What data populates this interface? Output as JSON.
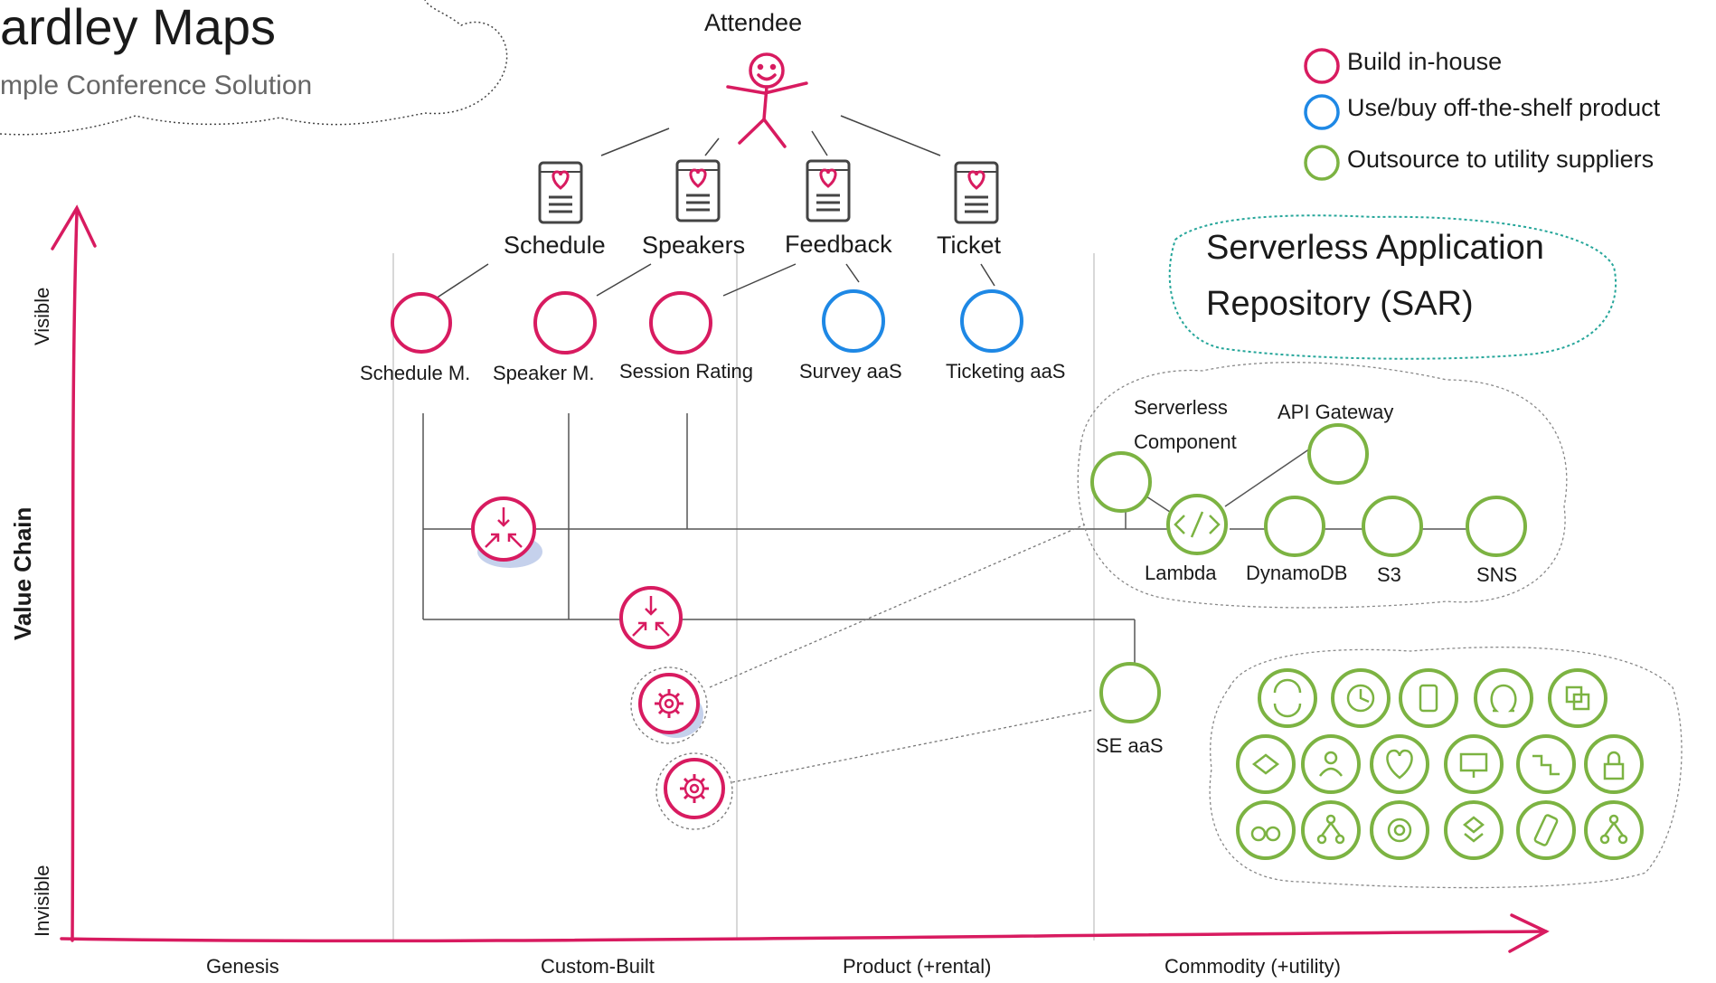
{
  "title": "ardley Maps",
  "subtitle": "mple Conference Solution",
  "user": "Attendee",
  "needs": [
    "Schedule",
    "Speakers",
    "Feedback",
    "Ticket"
  ],
  "components": {
    "schedule_m": "Schedule M.",
    "speaker_m": "Speaker M.",
    "session_rating": "Session Rating",
    "survey_aas": "Survey aaS",
    "ticketing_aas": "Ticketing aaS",
    "serverless_component": "Serverless",
    "serverless_component_2": "Component",
    "api_gateway": "API Gateway",
    "lambda": "Lambda",
    "dynamodb": "DynamoDB",
    "s3": "S3",
    "sns": "SNS",
    "se_aas": "SE aaS"
  },
  "legend": [
    {
      "label": "Build in-house",
      "color": "#d81b60"
    },
    {
      "label": "Use/buy off-the-shelf product",
      "color": "#1e88e5"
    },
    {
      "label": "Outsource to utility suppliers",
      "color": "#7cb342"
    }
  ],
  "sar_label_line1": "Serverless Application",
  "sar_label_line2": "Repository (SAR)",
  "axis": {
    "y_label": "Value Chain",
    "y_top": "Visible",
    "y_bottom": "Invisible",
    "stages": [
      "Genesis",
      "Custom-Built",
      "Product (+rental)",
      "Commodity (+utility)"
    ]
  },
  "colors": {
    "build": "#d81b60",
    "buy": "#1e88e5",
    "utility": "#7cb342",
    "axis": "#d81b60",
    "lines": "#555555",
    "sar": "#26a69a"
  }
}
